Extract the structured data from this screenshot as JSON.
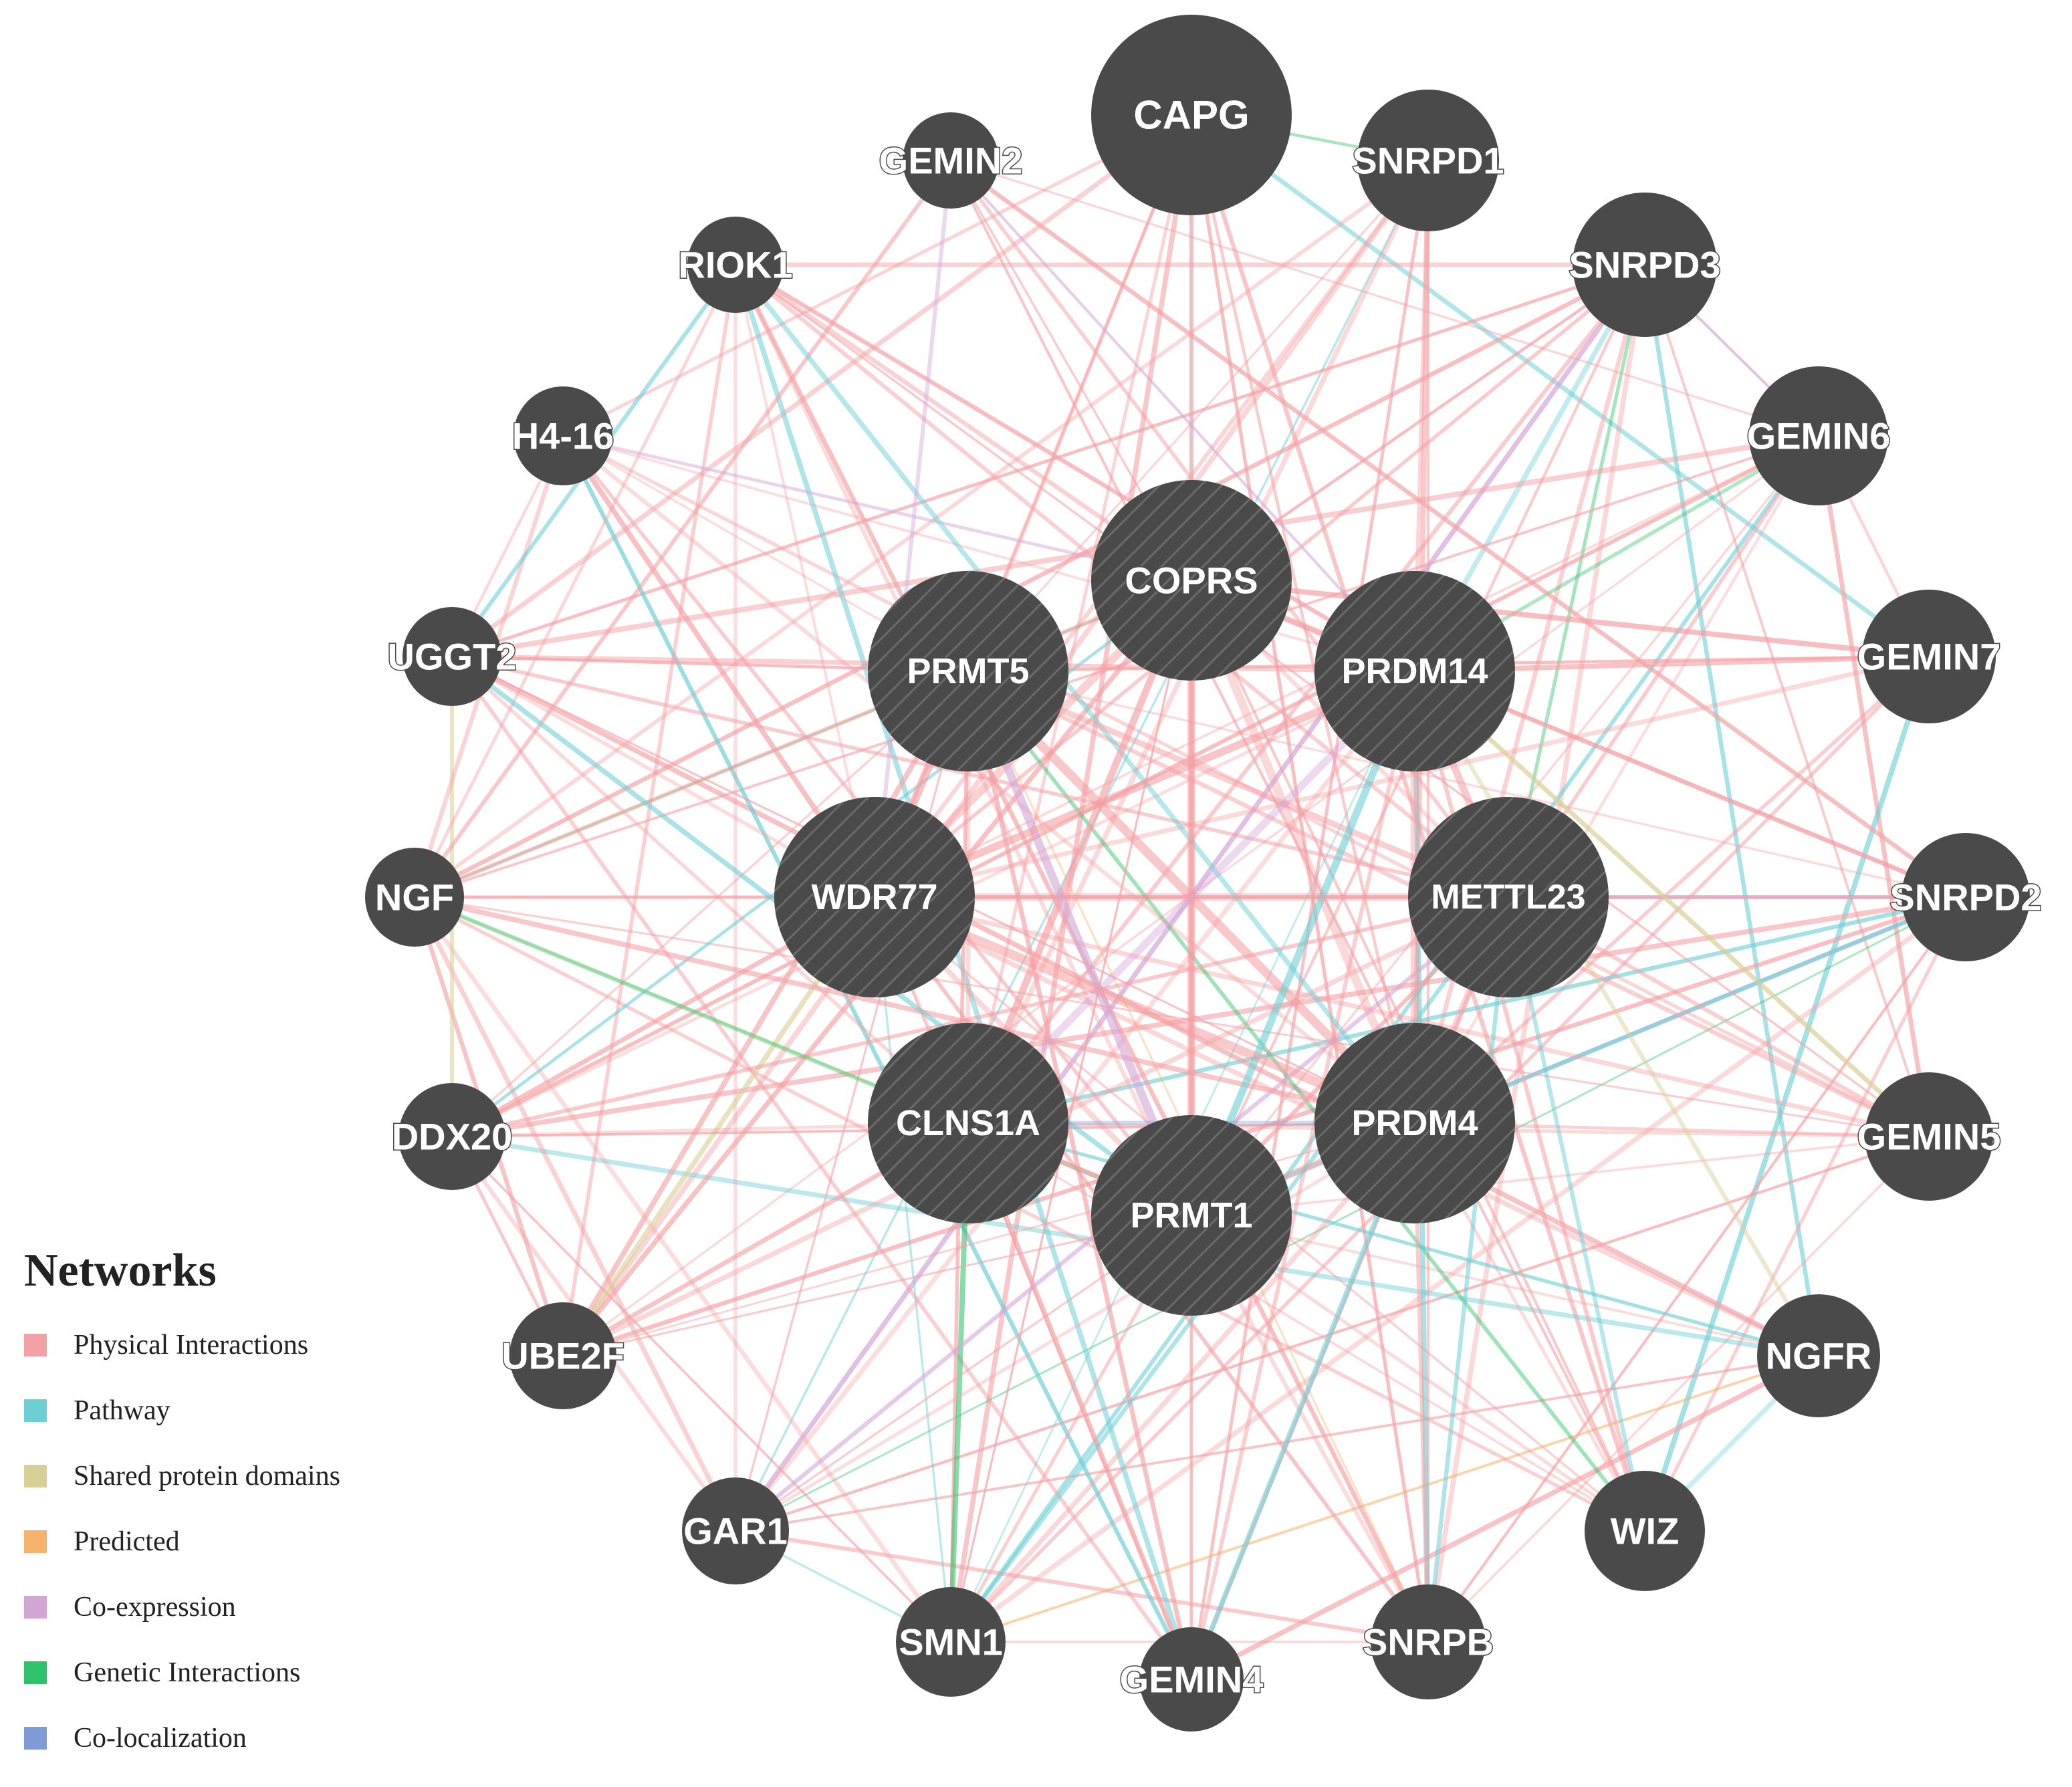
{
  "legend": {
    "title": "Networks",
    "items": [
      {
        "label": "Physical Interactions",
        "color": "#f4a0a4"
      },
      {
        "label": "Pathway",
        "color": "#6dcfd6"
      },
      {
        "label": "Shared protein domains",
        "color": "#d8cf96"
      },
      {
        "label": "Predicted",
        "color": "#f7b36b"
      },
      {
        "label": "Co-expression",
        "color": "#d3a6d8"
      },
      {
        "label": "Genetic Interactions",
        "color": "#2ec26a"
      },
      {
        "label": "Co-localization",
        "color": "#7f9bd6"
      }
    ]
  },
  "node_colors": {
    "fill": "#4a4a4a",
    "label": "#ffffff"
  },
  "nodes": [
    {
      "id": "CAPG",
      "query": false,
      "weight": 1.0
    },
    {
      "id": "SNRPD1",
      "query": false,
      "weight": 0.7
    },
    {
      "id": "SNRPD3",
      "query": false,
      "weight": 0.7
    },
    {
      "id": "GEMIN6",
      "query": false,
      "weight": 0.65
    },
    {
      "id": "GEMIN7",
      "query": false,
      "weight": 0.6
    },
    {
      "id": "SNRPD2",
      "query": false,
      "weight": 0.6
    },
    {
      "id": "GEMIN5",
      "query": false,
      "weight": 0.6
    },
    {
      "id": "NGFR",
      "query": false,
      "weight": 0.55
    },
    {
      "id": "WIZ",
      "query": false,
      "weight": 0.55
    },
    {
      "id": "SNRPB",
      "query": false,
      "weight": 0.55
    },
    {
      "id": "GEMIN4",
      "query": false,
      "weight": 0.5
    },
    {
      "id": "SMN1",
      "query": false,
      "weight": 0.5
    },
    {
      "id": "GAR1",
      "query": false,
      "weight": 0.5
    },
    {
      "id": "UBE2F",
      "query": false,
      "weight": 0.5
    },
    {
      "id": "DDX20",
      "query": false,
      "weight": 0.5
    },
    {
      "id": "NGF",
      "query": false,
      "weight": 0.45
    },
    {
      "id": "UGGT2",
      "query": false,
      "weight": 0.45
    },
    {
      "id": "H4-16",
      "query": false,
      "weight": 0.45
    },
    {
      "id": "RIOK1",
      "query": false,
      "weight": 0.45
    },
    {
      "id": "GEMIN2",
      "query": false,
      "weight": 0.45
    },
    {
      "id": "COPRS",
      "query": true,
      "weight": 1.0
    },
    {
      "id": "PRMT5",
      "query": true,
      "weight": 1.0
    },
    {
      "id": "PRDM14",
      "query": true,
      "weight": 1.0
    },
    {
      "id": "WDR77",
      "query": true,
      "weight": 1.0
    },
    {
      "id": "METTL23",
      "query": true,
      "weight": 1.0
    },
    {
      "id": "CLNS1A",
      "query": true,
      "weight": 1.0
    },
    {
      "id": "PRDM4",
      "query": true,
      "weight": 1.0
    },
    {
      "id": "PRMT1",
      "query": true,
      "weight": 1.0
    }
  ]
}
